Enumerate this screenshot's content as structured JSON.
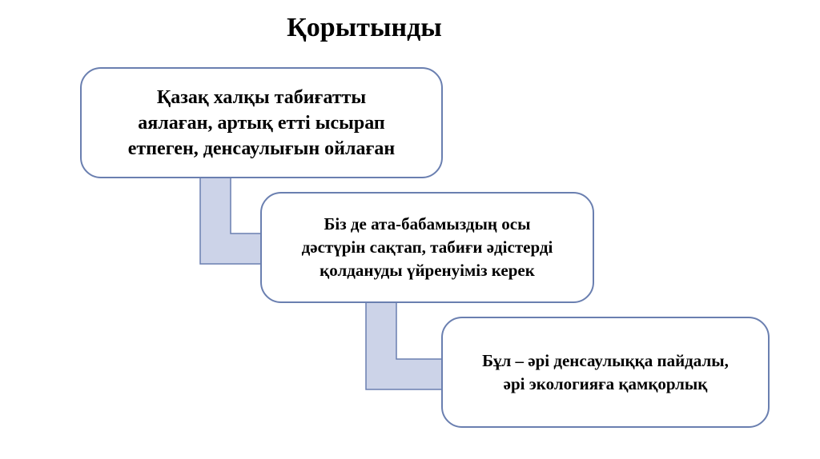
{
  "slide": {
    "title": "Қорытынды",
    "boxes": [
      {
        "lines": [
          "Қазақ халқы табиғатты",
          "аялаған, артық етті ысырап",
          "етпеген, денсаулығын ойлаған"
        ]
      },
      {
        "lines": [
          "Біз де ата-бабамыздың осы",
          "дәстүрін сақтап, табиғи әдістерді",
          "қолдануды үйренуіміз керек"
        ]
      },
      {
        "lines": [
          "Бұл – әрі денсаулыққа пайдалы,",
          "әрі экологияға қамқорлық"
        ]
      }
    ],
    "colors": {
      "box_border": "#6a7fb0",
      "connector_fill": "#ccd3e8",
      "connector_stroke": "#6a7fb0"
    }
  }
}
